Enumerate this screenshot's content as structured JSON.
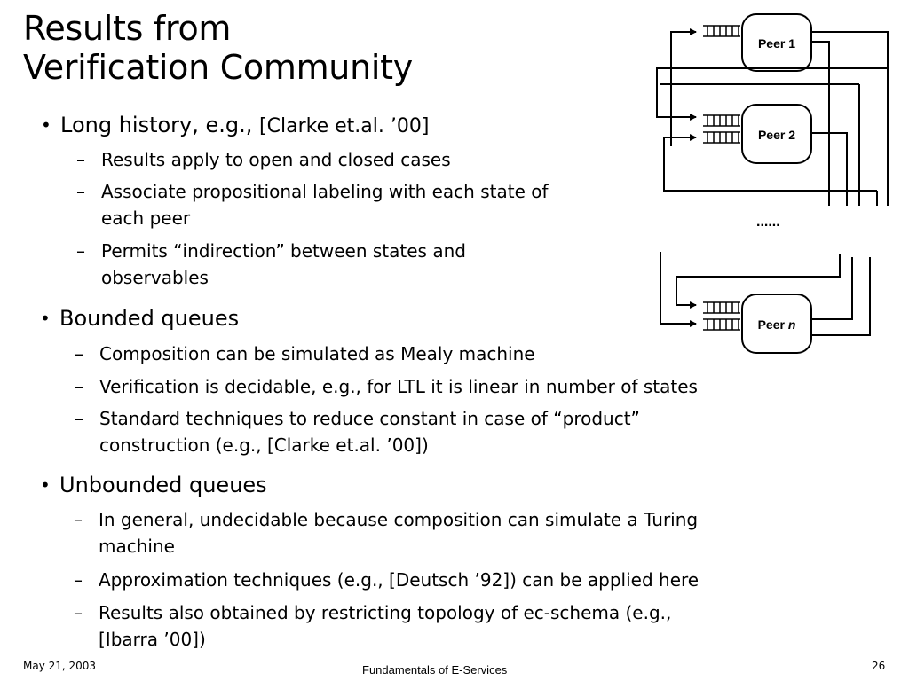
{
  "slide": {
    "title_line1": "Results from",
    "title_line2": "Verification Community"
  },
  "bullets": [
    {
      "text": "Long history, e.g., ",
      "cite": "[Clarke et.al. ’00]",
      "subs": [
        {
          "lines": [
            "Results apply to open and closed cases"
          ]
        },
        {
          "lines": [
            "Associate propositional labeling with each state of",
            "each peer"
          ]
        },
        {
          "lines": [
            "Permits “indirection” between states and",
            "observables"
          ]
        }
      ]
    },
    {
      "text": "Bounded queues",
      "subs": [
        {
          "lines": [
            "Composition can be simulated as Mealy machine"
          ]
        },
        {
          "lines": [
            "Verification is decidable, e.g., for LTL it is linear in number of states"
          ]
        },
        {
          "lines": [
            "Standard techniques to reduce constant in case of “product”",
            "construction (e.g., [Clarke et.al. ’00])"
          ]
        }
      ]
    },
    {
      "text": "Unbounded queues",
      "subs": [
        {
          "lines": [
            "In general, undecidable because composition can simulate a Turing",
            "machine"
          ]
        },
        {
          "lines": [
            "Approximation techniques (e.g., [Deutsch ’92]) can be applied here"
          ]
        },
        {
          "lines": [
            "Results also obtained by restricting topology of ec-schema (e.g.,",
            "[Ibarra ’00])"
          ]
        }
      ]
    }
  ],
  "bullet_glyph": "•",
  "dash_glyph": "–",
  "diagram": {
    "peer1_label": "Peer 1",
    "peer2_label": "Peer 2",
    "peern_label": "Peer ",
    "peern_italic": "n",
    "ellipsis": "......"
  },
  "footer": {
    "date": "May 21, 2003",
    "center": "Fundamentals of E-Services",
    "page": "26"
  }
}
